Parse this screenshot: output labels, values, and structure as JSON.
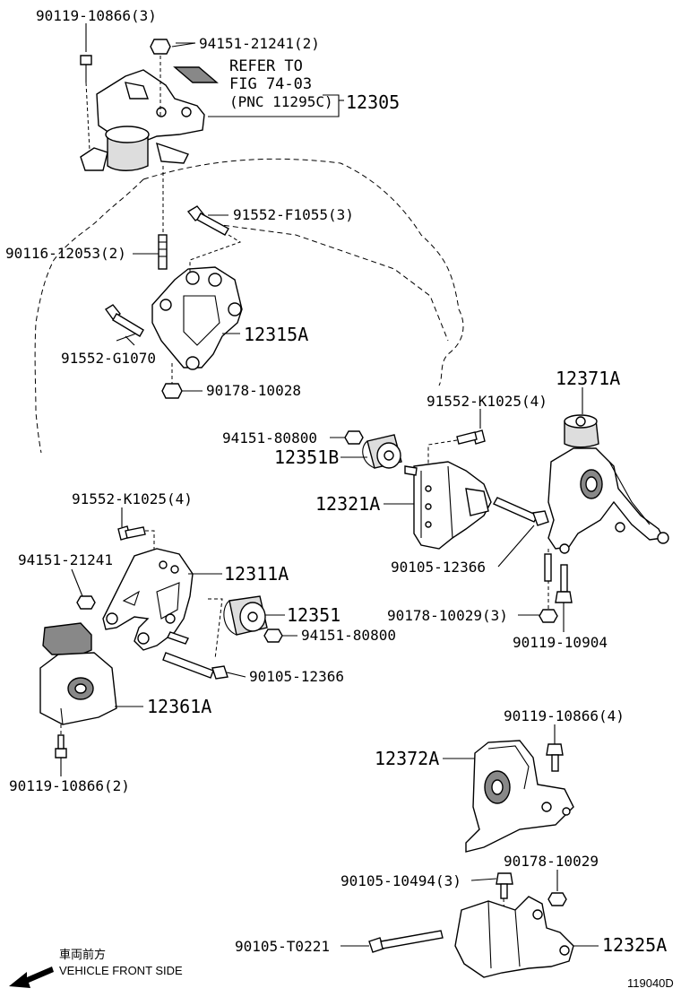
{
  "labels": {
    "p_90119_10866_3": "90119-10866(3)",
    "p_94151_21241_2": "94151-21241(2)",
    "refer_to": "REFER TO",
    "fig_74_03": "FIG 74-03",
    "pnc_11295c": "(PNC 11295C)",
    "p_12305": "12305",
    "p_91552_f1055_3": "91552-F1055(3)",
    "p_90116_12053_2": "90116-12053(2)",
    "p_12315a": "12315A",
    "p_91552_g1070": "91552-G1070",
    "p_90178_10028": "90178-10028",
    "p_12371a": "12371A",
    "p_91552_k1025_4_right": "91552-K1025(4)",
    "p_94151_80800_top": "94151-80800",
    "p_12351b": "12351B",
    "p_12321a": "12321A",
    "p_90105_12366_right": "90105-12366",
    "p_90178_10029_3": "90178-10029(3)",
    "p_90119_10904": "90119-10904",
    "p_91552_k1025_4_left": "91552-K1025(4)",
    "p_94151_21241": "94151-21241",
    "p_12311a": "12311A",
    "p_12351": "12351",
    "p_94151_80800_bottom": "94151-80800",
    "p_90105_12366_left": "90105-12366",
    "p_12361a": "12361A",
    "p_90119_10866_2": "90119-10866(2)",
    "p_90119_10866_4": "90119-10866(4)",
    "p_12372a": "12372A",
    "p_90178_10029": "90178-10029",
    "p_90105_10494_3": "90105-10494(3)",
    "p_90105_t0221": "90105-T0221",
    "p_12325a": "12325A",
    "vehicle_jp": "車両前方",
    "vehicle_front_side": "VEHICLE FRONT SIDE",
    "drawing_id": "119040D"
  }
}
